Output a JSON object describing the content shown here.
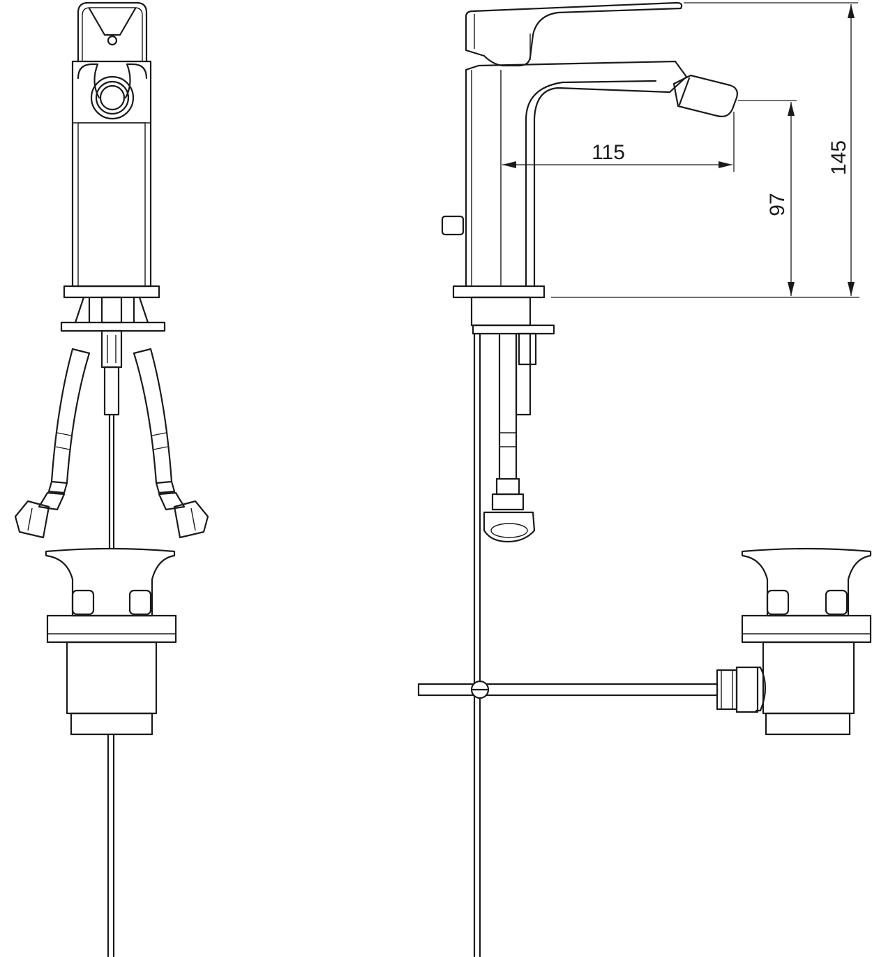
{
  "dimensions": {
    "spout_reach": "115",
    "outlet_height": "97",
    "total_height": "145"
  }
}
